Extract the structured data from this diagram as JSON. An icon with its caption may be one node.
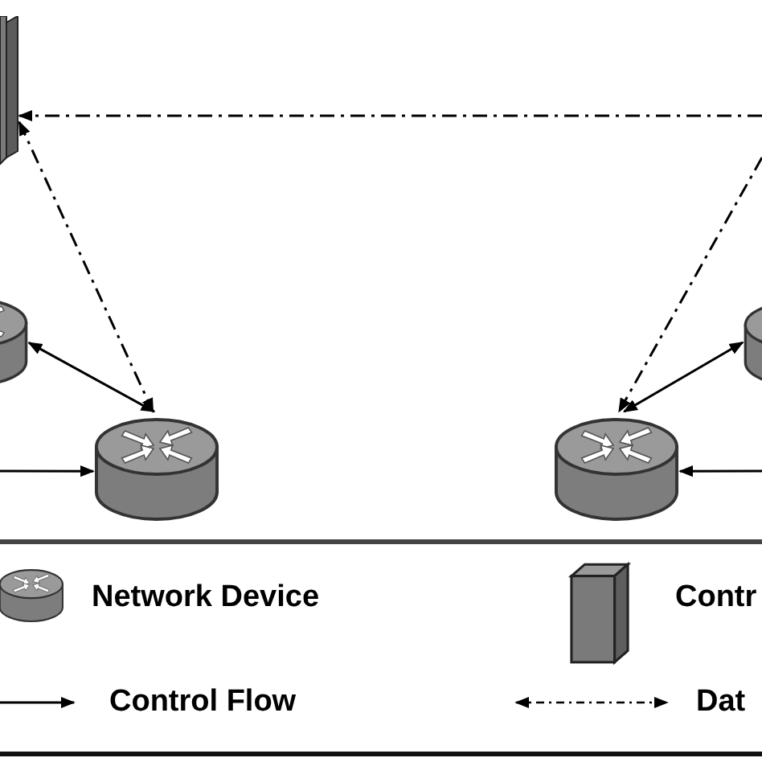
{
  "diagram": {
    "nodes": [
      {
        "text": [],
        "shape": "box"
      },
      {
        "text": [],
        "shape": "cylinder"
      },
      {
        "text": [],
        "shape": "cylinder"
      },
      {
        "text": [],
        "shape": "cylinder"
      },
      {
        "text": [],
        "shape": "cylinder"
      }
    ],
    "edges": [
      {
        "from": null,
        "to": 0,
        "arrow": "to",
        "style": "dashed"
      },
      {
        "from": 0,
        "to": 2,
        "arrow": "both",
        "style": "dashed"
      },
      {
        "from": null,
        "to": 3,
        "arrow": "to",
        "style": "dashed"
      },
      {
        "from": 1,
        "to": 2,
        "arrow": "both"
      },
      {
        "from": 4,
        "to": 3,
        "arrow": "both"
      },
      {
        "from": null,
        "to": 2,
        "arrow": "to"
      },
      {
        "from": null,
        "to": 3,
        "arrow": "to"
      }
    ],
    "legend": [
      {
        "text": "Network Device"
      },
      {
        "text": "Contr"
      },
      {
        "text": "Control Flow"
      },
      {
        "text": "Dat"
      }
    ]
  }
}
